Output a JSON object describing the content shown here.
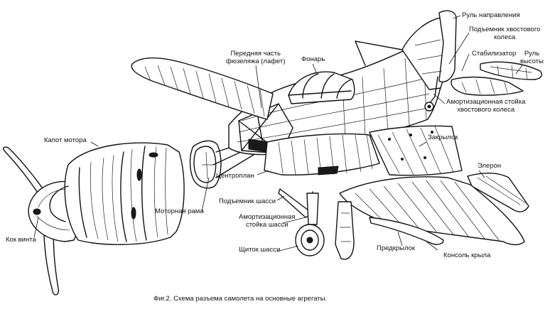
{
  "labels": {
    "rudder": "Руль направления",
    "tailwheel_retractor": "Подъемник хвостового\nколеса",
    "stabilizer": "Стабилизатор",
    "elevator": "Руль\nвысоты",
    "tailwheel_strut": "Амортизационная стойка\nхвостового колеса",
    "forward_fuselage": "Передняя часть\nфюзеляжа (лафет)",
    "canopy": "Фонарь",
    "engine_cowl": "Капот мотора",
    "flap": "Закрылок",
    "aileron": "Элерон",
    "center_section": "Центроплан",
    "gear_retractor": "Подъемник шасси",
    "engine_mount": "Моторная рама",
    "gear_strut": "Амортизационная\nстойка шасси",
    "propeller_spinner": "Кок винта",
    "gear_door": "Щиток шасси",
    "slat": "Предкрылок",
    "wing_panel": "Консоль крыла"
  },
  "caption": "Фиг.2. Схема разъема самолета на основные агрегаты."
}
